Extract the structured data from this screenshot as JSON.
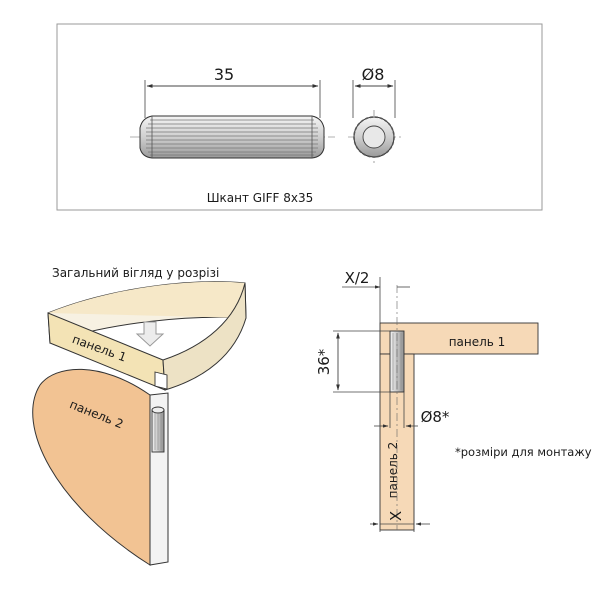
{
  "dowel_box": {
    "length_label": "35",
    "diameter_label": "Ø8",
    "caption": "Шкант GIFF 8x35"
  },
  "section_view": {
    "title": "Загальний вігляд у розрізі",
    "panel1_label": "панель 1",
    "panel2_label": "панель 2"
  },
  "install_drawing": {
    "half_x_label": "X/2",
    "depth_label": "36*",
    "hole_diameter_label": "Ø8*",
    "panel1_label": "панель 1",
    "panel2_label": "панель 2",
    "x_label": "X",
    "note": "*розміри для монтажу"
  },
  "colors": {
    "wood": "#f6d9b7",
    "wood_face": "#f4c89a",
    "dowel": "#d8d8d8",
    "line": "#333333",
    "dim_line": "#444444"
  }
}
